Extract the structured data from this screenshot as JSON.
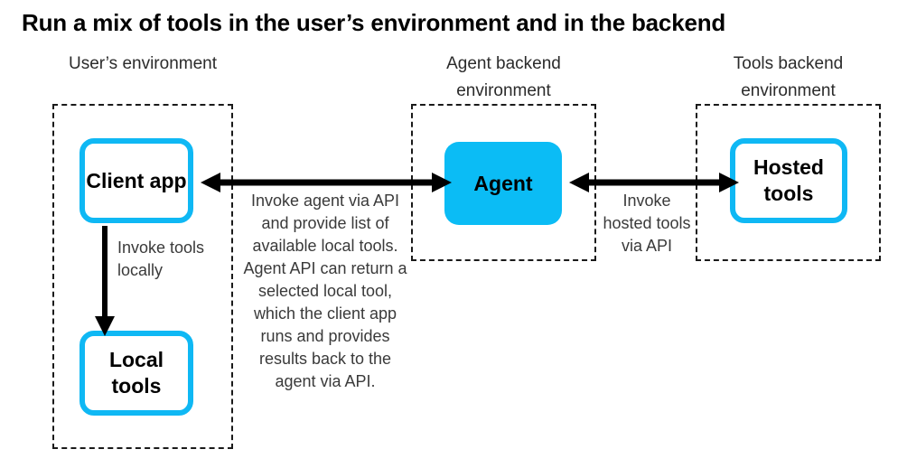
{
  "title": "Run a mix of tools in the user’s environment and in the backend",
  "columns": [
    {
      "id": "user",
      "header": "User’s\nenvironment"
    },
    {
      "id": "agent",
      "header": "Agent backend\nenvironment"
    },
    {
      "id": "tools",
      "header": "Tools backend\nenvironment"
    }
  ],
  "headers": {
    "user": "User’s environment",
    "agent": "Agent backend environment",
    "tools": "Tools backend environment"
  },
  "nodes": {
    "client_app": "Client app",
    "local_tools": "Local tools",
    "agent": "Agent",
    "hosted_tools": "Hosted tools"
  },
  "labels": {
    "invoke_agent": "Invoke agent via API and provide list of available local tools. Agent API can return a selected local tool, which the client app runs and provides results back to the agent via API.",
    "invoke_hosted": "Invoke hosted tools via API",
    "invoke_local": "Invoke tools locally"
  },
  "arrows": [
    {
      "id": "client-agent",
      "direction": "bidirectional",
      "from": "client_app",
      "to": "agent"
    },
    {
      "id": "agent-hosted",
      "direction": "bidirectional",
      "from": "agent",
      "to": "hosted_tools"
    },
    {
      "id": "client-local",
      "direction": "down",
      "from": "client_app",
      "to": "local_tools"
    }
  ],
  "colors": {
    "accent": "#0bbcf5",
    "node_border": "#0fb8f4",
    "arrow": "#000000",
    "dashed_border": "#1a1a1a",
    "text": "#231f20",
    "background": "#ffffff"
  }
}
